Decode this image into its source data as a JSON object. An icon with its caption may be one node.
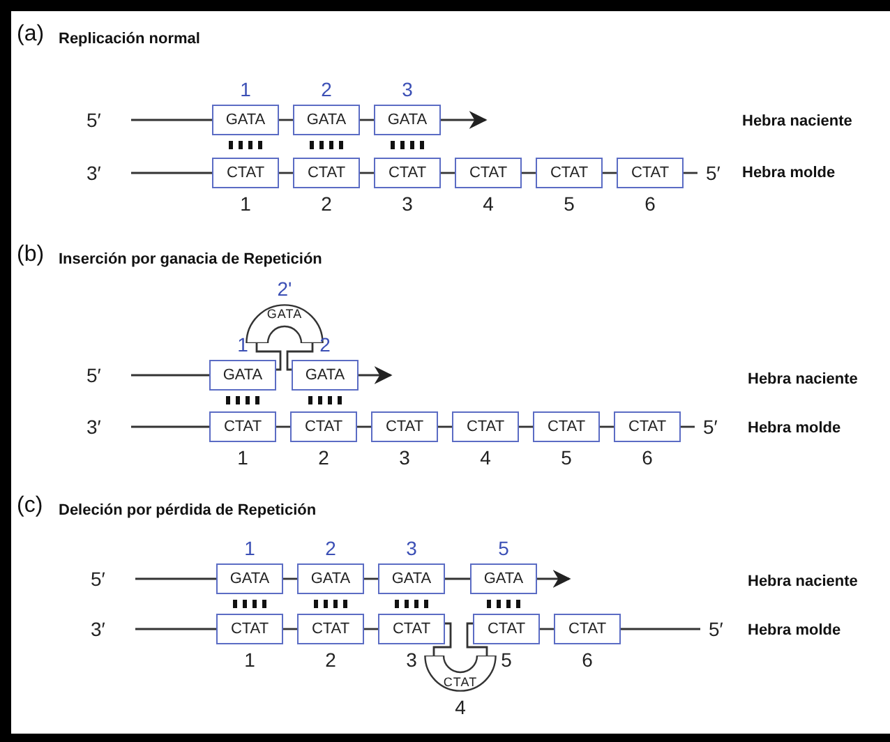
{
  "diagram": {
    "nodes": [
      {
        "text": [
          "GATA"
        ],
        "beside": [
          "1"
        ]
      },
      {
        "text": [
          "GATA"
        ],
        "beside": [
          "2"
        ]
      },
      {
        "text": [
          "GATA"
        ],
        "beside": [
          "3"
        ]
      },
      {
        "text": [
          "CTAT"
        ],
        "beside": [
          "1"
        ]
      },
      {
        "text": [
          "CTAT"
        ],
        "beside": [
          "2"
        ]
      },
      {
        "text": [
          "CTAT"
        ],
        "beside": [
          "3"
        ]
      },
      {
        "text": [
          "CTAT"
        ],
        "beside": [
          "4"
        ]
      },
      {
        "text": [
          "CTAT"
        ],
        "beside": [
          "5"
        ]
      },
      {
        "text": [
          "CTAT"
        ],
        "beside": [
          "6"
        ]
      },
      {
        "text": [
          "GATA"
        ],
        "beside": [
          "2'"
        ]
      },
      {
        "text": [
          "GATA"
        ],
        "beside": [
          "1"
        ]
      },
      {
        "text": [
          "GATA"
        ],
        "beside": [
          "2"
        ]
      },
      {
        "text": [
          "CTAT"
        ],
        "beside": [
          "1"
        ]
      },
      {
        "text": [
          "CTAT"
        ],
        "beside": [
          "2"
        ]
      },
      {
        "text": [
          "CTAT"
        ],
        "beside": [
          "3"
        ]
      },
      {
        "text": [
          "CTAT"
        ],
        "beside": [
          "4"
        ]
      },
      {
        "text": [
          "CTAT"
        ],
        "beside": [
          "5"
        ]
      },
      {
        "text": [
          "CTAT"
        ],
        "beside": [
          "6"
        ]
      },
      {
        "text": [
          "GATA"
        ],
        "beside": [
          "1"
        ]
      },
      {
        "text": [
          "GATA"
        ],
        "beside": [
          "2"
        ]
      },
      {
        "text": [
          "GATA"
        ],
        "beside": [
          "3"
        ]
      },
      {
        "text": [
          "GATA"
        ],
        "beside": [
          "5"
        ]
      },
      {
        "text": [
          "CTAT"
        ],
        "beside": [
          "1"
        ]
      },
      {
        "text": [
          "CTAT"
        ],
        "beside": [
          "2"
        ]
      },
      {
        "text": [
          "CTAT"
        ],
        "beside": [
          "3"
        ]
      },
      {
        "text": [
          "CTAT"
        ],
        "beside": [
          "4"
        ]
      },
      {
        "text": [
          "CTAT"
        ],
        "beside": [
          "5"
        ]
      },
      {
        "text": [
          "CTAT"
        ],
        "beside": [
          "6"
        ]
      },
      {
        "text": [
          "5′"
        ]
      },
      {
        "text": [
          "3′"
        ]
      },
      {
        "text": [
          "5′"
        ]
      },
      {
        "text": [
          "5′"
        ]
      },
      {
        "text": [
          "3′"
        ]
      },
      {
        "text": [
          "5′"
        ]
      },
      {
        "text": [
          "5′"
        ]
      },
      {
        "text": [
          "3′"
        ]
      },
      {
        "text": [
          "5′"
        ]
      }
    ],
    "edges": [
      {
        "from": 28,
        "to": 0,
        "arrow": "none"
      },
      {
        "from": 0,
        "to": 1,
        "arrow": "none"
      },
      {
        "from": 1,
        "to": 2,
        "arrow": "none"
      },
      {
        "from": 2,
        "to": null,
        "arrow": "to"
      },
      {
        "from": 29,
        "to": 3,
        "arrow": "none"
      },
      {
        "from": 3,
        "to": 4,
        "arrow": "none"
      },
      {
        "from": 4,
        "to": 5,
        "arrow": "none"
      },
      {
        "from": 5,
        "to": 6,
        "arrow": "none"
      },
      {
        "from": 6,
        "to": 7,
        "arrow": "none"
      },
      {
        "from": 7,
        "to": 8,
        "arrow": "none"
      },
      {
        "from": 8,
        "to": 30,
        "arrow": "none"
      },
      {
        "from": 31,
        "to": 10,
        "arrow": "none"
      },
      {
        "from": 10,
        "to": 9,
        "arrow": "none"
      },
      {
        "from": 9,
        "to": 11,
        "arrow": "none"
      },
      {
        "from": 11,
        "to": null,
        "arrow": "to"
      },
      {
        "from": 32,
        "to": 12,
        "arrow": "none"
      },
      {
        "from": 12,
        "to": 13,
        "arrow": "none"
      },
      {
        "from": 13,
        "to": 14,
        "arrow": "none"
      },
      {
        "from": 14,
        "to": 15,
        "arrow": "none"
      },
      {
        "from": 15,
        "to": 16,
        "arrow": "none"
      },
      {
        "from": 16,
        "to": 17,
        "arrow": "none"
      },
      {
        "from": 17,
        "to": 33,
        "arrow": "none"
      },
      {
        "from": 34,
        "to": 18,
        "arrow": "none"
      },
      {
        "from": 18,
        "to": 19,
        "arrow": "none"
      },
      {
        "from": 19,
        "to": 20,
        "arrow": "none"
      },
      {
        "from": 20,
        "to": 21,
        "arrow": "none"
      },
      {
        "from": 21,
        "to": null,
        "arrow": "to"
      },
      {
        "from": 35,
        "to": 22,
        "arrow": "none"
      },
      {
        "from": 22,
        "to": 23,
        "arrow": "none"
      },
      {
        "from": 23,
        "to": 24,
        "arrow": "none"
      },
      {
        "from": 24,
        "to": 25,
        "arrow": "none"
      },
      {
        "from": 25,
        "to": 26,
        "arrow": "none"
      },
      {
        "from": 26,
        "to": 27,
        "arrow": "none"
      },
      {
        "from": 27,
        "to": 36,
        "arrow": "none"
      }
    ],
    "labels": [
      "(a)",
      "Replicación normal",
      "Hebra naciente",
      "Hebra molde",
      "(b)",
      "Inserción por ganacia de Repetición",
      "Hebra naciente",
      "Hebra molde",
      "(c)",
      "Deleción por pérdida de Repetición",
      "Hebra naciente",
      "Hebra molde"
    ]
  }
}
